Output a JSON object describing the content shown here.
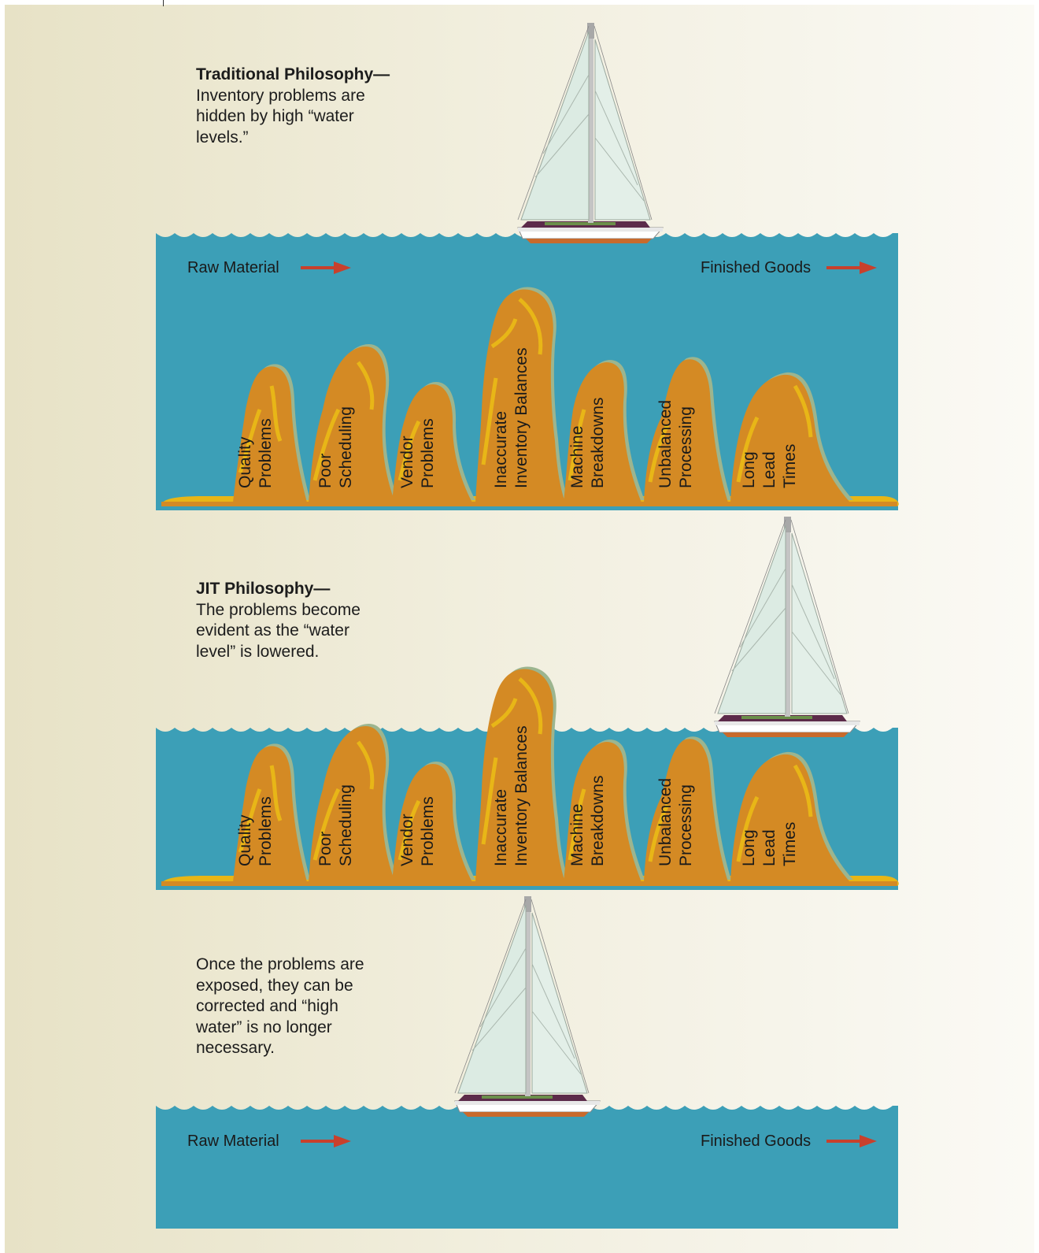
{
  "captions": {
    "traditional": {
      "heading": "Traditional Philosophy—",
      "body": "Inventory problems are hidden by high “water levels.”"
    },
    "jit": {
      "heading": "JIT Philosophy—",
      "body": "The problems become evident as the “water level” is lowered."
    },
    "resolved": {
      "body": "Once the problems are exposed, they can be corrected and “high water” is no longer necessary."
    }
  },
  "flow": {
    "start": "Raw Material",
    "end": "Finished Goods"
  },
  "rocks": [
    {
      "lines": [
        "Quality",
        "Problems"
      ]
    },
    {
      "lines": [
        "Poor",
        "Scheduling"
      ]
    },
    {
      "lines": [
        "Vendor",
        "Problems"
      ]
    },
    {
      "lines": [
        "Inaccurate",
        "Inventory Balances"
      ]
    },
    {
      "lines": [
        "Machine",
        "Breakdowns"
      ]
    },
    {
      "lines": [
        "Unbalanced",
        "Processing"
      ]
    },
    {
      "lines": [
        "Long",
        "Lead",
        "Times"
      ]
    }
  ],
  "colors": {
    "water": "#3c9fb7",
    "rock": "#d48a24",
    "rock_highlight": "#e8b617",
    "rock_edge": "#9cb58f",
    "arrow": "#c8402c",
    "sail": "#dcebe3",
    "hull": "#5c2b4a"
  }
}
